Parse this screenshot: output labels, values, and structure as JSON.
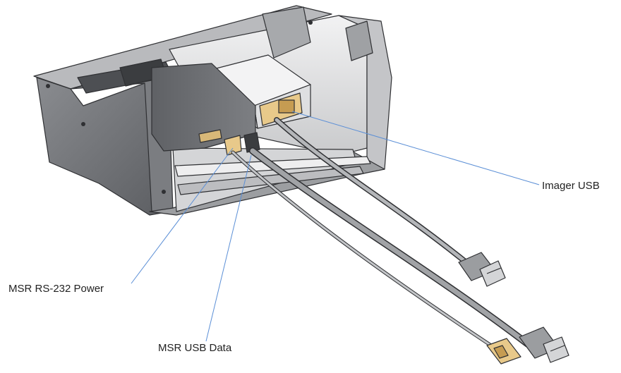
{
  "callouts": {
    "imager_usb": "Imager USB",
    "msr_rs232_power": "MSR RS-232 Power",
    "msr_usb_data": "MSR USB Data"
  },
  "colors": {
    "leader_line": "#5b8fd6",
    "housing_dark": "#6e7074",
    "housing_mid": "#a9abae",
    "housing_light": "#d9dadc",
    "cable": "#8d8f92",
    "connector_amber": "#e8c98a"
  }
}
